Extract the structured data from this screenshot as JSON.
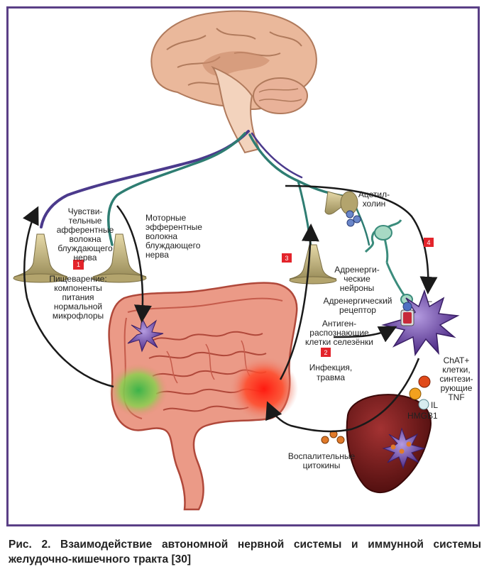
{
  "labels": {
    "sensory_fibers": [
      "Чувстви-",
      "тельные",
      "афферентные",
      "волокна",
      "блуждающего",
      "нерва"
    ],
    "motor_fibers": [
      "Моторные",
      "эфферентные",
      "волокна",
      "блуждающего",
      "нерва"
    ],
    "digestion": [
      "Пищеварение:",
      "компоненты",
      "питания",
      "нормальной",
      "микрофлоры"
    ],
    "acetylcholine": [
      "Ацетил-",
      "холин"
    ],
    "adrenergic_neurons": [
      "Адренерги-",
      "ческие",
      "нейроны"
    ],
    "adrenergic_receptor": [
      "Адренергический",
      "рецептор"
    ],
    "antigen_cells": [
      "Антиген-",
      "распознающие",
      "клетки селезёнки"
    ],
    "infection": [
      "Инфекция,",
      "травма"
    ],
    "chat_cells": [
      "ChAT+",
      "клетки,",
      "синтези-",
      "рующие",
      "TNF"
    ],
    "il": "IL",
    "hmgb1": "HMGB1",
    "inflammatory": [
      "Воспалительные",
      "цитокины"
    ],
    "minus_sign": "–"
  },
  "badges": [
    "1",
    "2",
    "3",
    "4"
  ],
  "colors": {
    "frame": "#5a3f86",
    "badge": "#e3242b",
    "nerve_purple": "#4b3a8c",
    "nerve_teal": "#2e7d72",
    "brain": "#e8b79a",
    "intestine": "#e98c7a",
    "spleen": "#7a1f1f",
    "immune_cell": "#6a3fa0",
    "green_zone": "#7bc043",
    "red_zone": "#ff2a1a"
  },
  "icons": [
    "brain",
    "ganglion-cone",
    "intestine",
    "spleen",
    "immune-cell",
    "neuron",
    "cytokine-dot"
  ],
  "caption": "Рис. 2. Взаимодействие автономной нервной системы и иммунной системы желудочно-кишечного тракта [30]"
}
